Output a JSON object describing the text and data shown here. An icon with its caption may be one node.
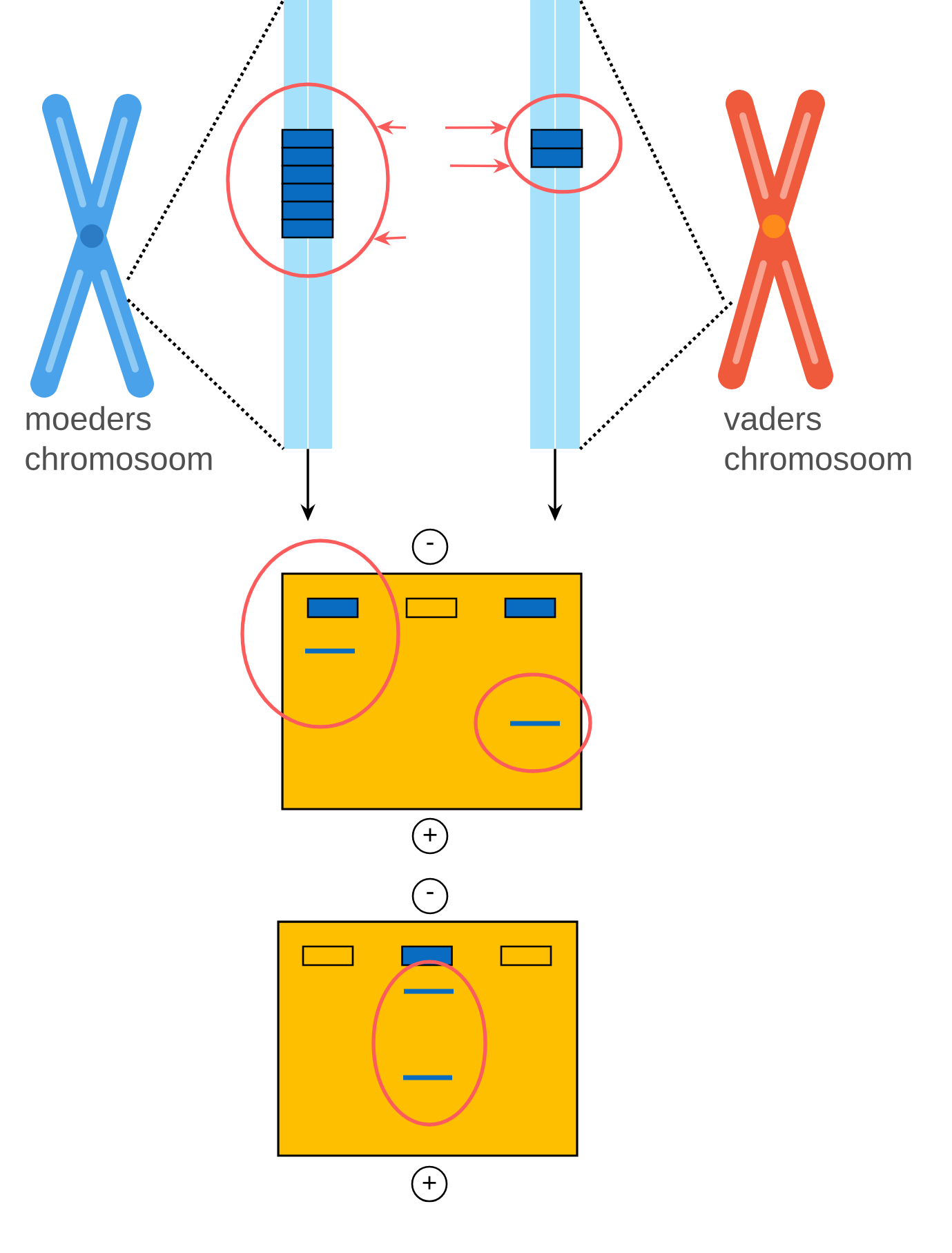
{
  "diagram": {
    "nodes": [
      {
        "text": [],
        "shape": "picture"
      },
      {
        "text": [],
        "shape": "bar"
      },
      {
        "text": [],
        "shape": "ellipse"
      },
      {
        "text": [],
        "shape": "bar"
      },
      {
        "text": [],
        "shape": "ellipse"
      },
      {
        "text": [],
        "shape": "picture"
      },
      {
        "text": [
          "-"
        ]
      },
      {
        "text": [],
        "shape": "box"
      },
      {
        "text": [
          "+"
        ]
      },
      {
        "text": [
          "-"
        ]
      },
      {
        "text": [],
        "shape": "box"
      },
      {
        "text": [
          "+"
        ]
      },
      {
        "text": [],
        "shape": "box"
      },
      {
        "text": [],
        "shape": "box",
        "in": 7
      },
      {
        "text": [],
        "shape": "box",
        "in": 7
      },
      {
        "text": [],
        "shape": "box",
        "in": 10
      },
      {
        "text": [],
        "shape": "box",
        "in": 10
      },
      {
        "text": [],
        "shape": "box",
        "in": 10
      },
      {
        "text": [],
        "shape": "ellipse"
      },
      {
        "text": [],
        "shape": "ellipse"
      },
      {
        "text": [],
        "shape": "ellipse",
        "in": 10
      }
    ],
    "edges": [
      {
        "from": 0,
        "to": 1,
        "arrow": "none",
        "style": "dashed"
      },
      {
        "from": 0,
        "to": 1,
        "arrow": "none",
        "style": "dashed"
      },
      {
        "from": 5,
        "to": 3,
        "arrow": "none",
        "style": "dashed"
      },
      {
        "from": 5,
        "to": 3,
        "arrow": "none",
        "style": "dashed"
      },
      {
        "from": null,
        "to": 2,
        "arrow": "to",
        "color": "#fc5c5c"
      },
      {
        "from": null,
        "to": 2,
        "arrow": "to",
        "color": "#fc5c5c"
      },
      {
        "from": null,
        "to": 4,
        "arrow": "to",
        "color": "#fc5c5c"
      },
      {
        "from": null,
        "to": 4,
        "arrow": "to",
        "color": "#fc5c5c"
      },
      {
        "from": 1,
        "to": null,
        "arrow": "to"
      },
      {
        "from": 3,
        "to": null,
        "arrow": "to"
      }
    ],
    "labels": [
      "moeders chromosoom",
      "vaders chromosoom"
    ]
  }
}
